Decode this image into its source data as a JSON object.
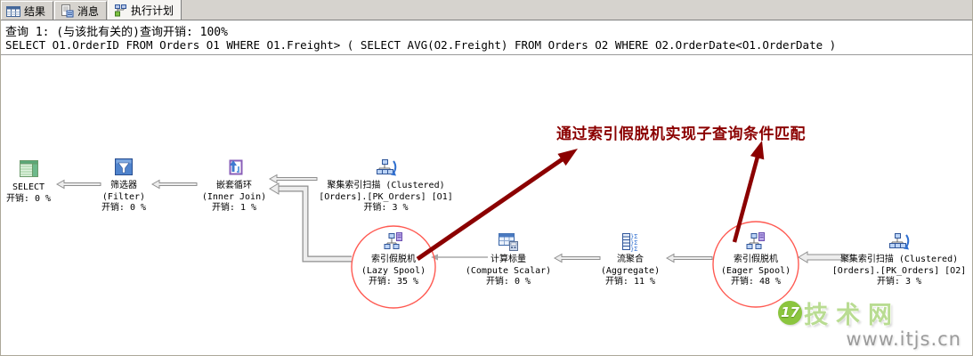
{
  "tabs": [
    {
      "label": "结果",
      "icon": "results-grid-icon",
      "active": false
    },
    {
      "label": "消息",
      "icon": "messages-icon",
      "active": false
    },
    {
      "label": "执行计划",
      "icon": "execution-plan-icon",
      "active": true
    }
  ],
  "query": {
    "header": "查询 1: (与该批有关的)查询开销: 100%",
    "sql": "SELECT O1.OrderID FROM Orders O1 WHERE O1.Freight> ( SELECT AVG(O2.Freight) FROM Orders O2 WHERE O2.OrderDate<O1.OrderDate )"
  },
  "annotation": {
    "text": "通过索引假脱机实现子查询条件匹配",
    "color": "#8b0000",
    "circle_color": "#ff5a52"
  },
  "plan": {
    "nodes": [
      {
        "icon": "result-table-icon",
        "l1": "SELECT",
        "l2": "开销: 0 %"
      },
      {
        "icon": "filter-icon",
        "l1": "筛选器",
        "l2": "(Filter)",
        "l3": "开销: 0 %"
      },
      {
        "icon": "nested-loops-icon",
        "l1": "嵌套循环",
        "l2": "(Inner Join)",
        "l3": "开销: 1 %"
      },
      {
        "icon": "clustered-index-scan-icon",
        "l1": "聚集索引扫描 (Clustered)",
        "l2": "[Orders].[PK_Orders] [O1]",
        "l3": "开销: 3 %"
      },
      {
        "icon": "index-spool-icon",
        "l1": "索引假脱机",
        "l2": "(Lazy Spool)",
        "l3": "开销: 35 %"
      },
      {
        "icon": "compute-scalar-icon",
        "l1": "计算标量",
        "l2": "(Compute Scalar)",
        "l3": "开销: 0 %"
      },
      {
        "icon": "stream-aggregate-icon",
        "l1": "流聚合",
        "l2": "(Aggregate)",
        "l3": "开销: 11 %"
      },
      {
        "icon": "index-spool-icon",
        "l1": "索引假脱机",
        "l2": "(Eager Spool)",
        "l3": "开销: 48 %"
      },
      {
        "icon": "clustered-index-scan-icon",
        "l1": "聚集索引扫描 (Clustered)",
        "l2": "[Orders].[PK_Orders] [O2]",
        "l3": "开销: 3 %"
      }
    ]
  },
  "watermark": {
    "badge": "17",
    "site_name": "技术网",
    "url": "www.itjs.cn",
    "green": "#8bc53f"
  }
}
